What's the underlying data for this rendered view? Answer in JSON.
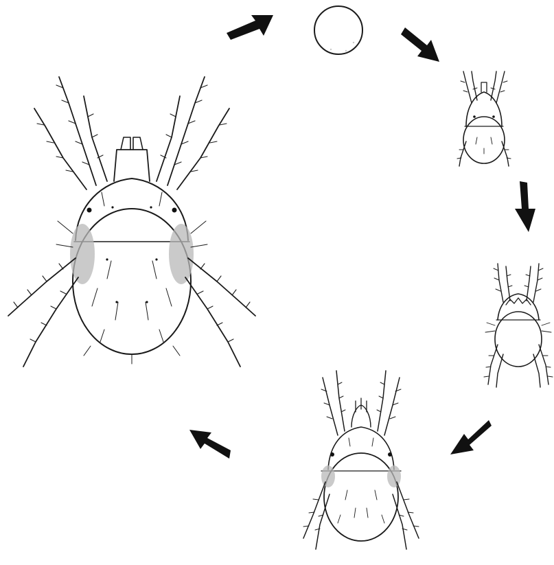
{
  "figure": {
    "stages": [
      {
        "id": "egg",
        "icon": "egg-icon"
      },
      {
        "id": "larva",
        "icon": "larva-mite-icon"
      },
      {
        "id": "protonymph",
        "icon": "protonymph-mite-icon"
      },
      {
        "id": "deutonymph",
        "icon": "deutonymph-mite-icon"
      },
      {
        "id": "adult",
        "icon": "adult-mite-icon"
      }
    ],
    "arrows": [
      "arrow-icon",
      "arrow-icon",
      "arrow-icon",
      "arrow-icon",
      "arrow-icon"
    ],
    "colors": {
      "ink": "#1a1a1a",
      "stipple": "#b8b8b8",
      "background": "#ffffff"
    }
  }
}
